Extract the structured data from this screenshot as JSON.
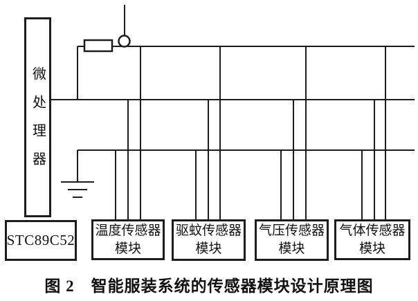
{
  "figure": {
    "caption": "图 2　智能服装系统的传感器模块设计原理图"
  },
  "diagram": {
    "microprocessor": {
      "label": "微处理器"
    },
    "chip": {
      "label": "STC89C52"
    },
    "modules": [
      {
        "line1": "温度传感器",
        "line2": "模块"
      },
      {
        "line1": "驱蚊传感器",
        "line2": "模块"
      },
      {
        "line1": "气压传感器",
        "line2": "模块"
      },
      {
        "line1": "气体传感器",
        "line2": "模块"
      }
    ],
    "icons": {
      "resistor": "resistor-icon",
      "power_terminal": "power-terminal-icon",
      "ground": "ground-symbol-icon"
    },
    "colors": {
      "background": "#ffffff",
      "line": "#1c1c1c",
      "text": "#111111"
    }
  }
}
